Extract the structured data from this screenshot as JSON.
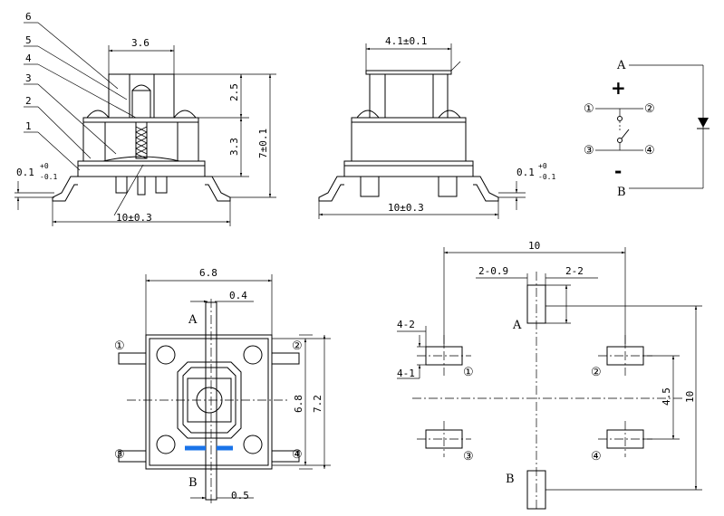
{
  "side_view": {
    "callouts": [
      "6",
      "5",
      "4",
      "3",
      "2",
      "1"
    ],
    "dim_top": "3.6",
    "dim_2_5": "2.5",
    "dim_3_3": "3.3",
    "dim_7": "7±0.1",
    "dim_tol_base": "0.1",
    "dim_tol_sup": "+0",
    "dim_tol_sub": "-0.1",
    "dim_width": "10±0.3"
  },
  "front_view": {
    "dim_top": "4.1±0.1",
    "dim_tol_base": "0.1",
    "dim_tol_sup": "+0",
    "dim_tol_sub": "-0.1",
    "dim_width": "10±0.3"
  },
  "schematic": {
    "label_a": "A",
    "label_b": "B",
    "plus": "+",
    "minus": "-",
    "pins": [
      "①",
      "②",
      "③",
      "④"
    ]
  },
  "top_view": {
    "dim_width": "6.8",
    "dim_lead": "0.4",
    "dim_height_inner": "6.8",
    "dim_height_outer": "7.2",
    "dim_bottom": "0.5",
    "label_a": "A",
    "label_b": "B",
    "pins": [
      "①",
      "②",
      "③",
      "④"
    ],
    "accent_color": "#1a73e8"
  },
  "footprint": {
    "dim_width": "10",
    "dim_pad_b": "2-0.9",
    "dim_pad_c": "2-2",
    "dim_4_2": "4-2",
    "dim_4_1": "4-1",
    "dim_4_5": "4.5",
    "dim_height": "10",
    "label_a": "A",
    "label_b": "B",
    "pins": [
      "①",
      "②",
      "③",
      "④"
    ]
  }
}
